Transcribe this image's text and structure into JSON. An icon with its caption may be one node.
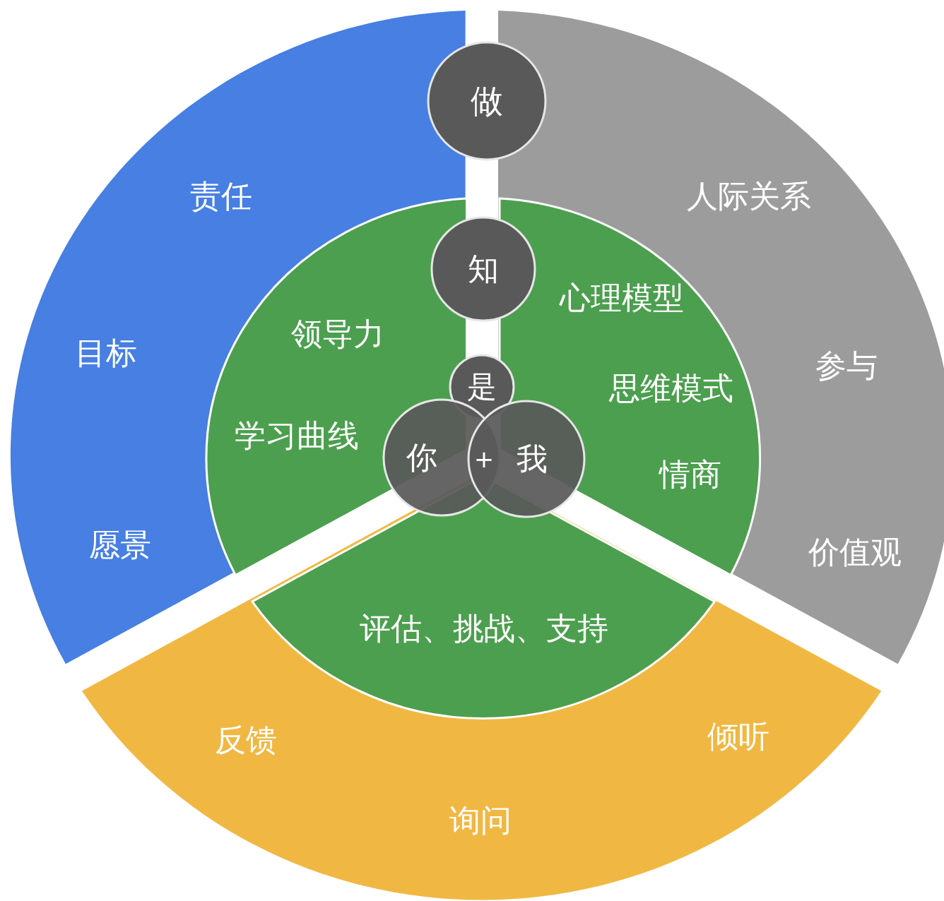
{
  "diagram": {
    "nodes": [
      {
        "text": [
          "责任",
          "目标",
          "愿景"
        ]
      },
      {
        "text": [
          "人际关系",
          "参与",
          "价值观"
        ]
      },
      {
        "text": [
          "反馈",
          "倾听",
          "询问"
        ]
      },
      {
        "text": [
          "领导力",
          "学习曲线"
        ],
        "in": 0
      },
      {
        "text": [
          "心理模型",
          "思维模式",
          "情商"
        ],
        "in": 1
      },
      {
        "text": [
          "评估、挑战、支持"
        ],
        "in": 2
      },
      {
        "text": [
          "做"
        ]
      },
      {
        "text": [
          "知"
        ]
      },
      {
        "text": [
          "是"
        ]
      },
      {
        "text": [
          "你"
        ]
      },
      {
        "text": [
          "我"
        ]
      }
    ],
    "edges": [],
    "labels": [
      "+"
    ]
  }
}
